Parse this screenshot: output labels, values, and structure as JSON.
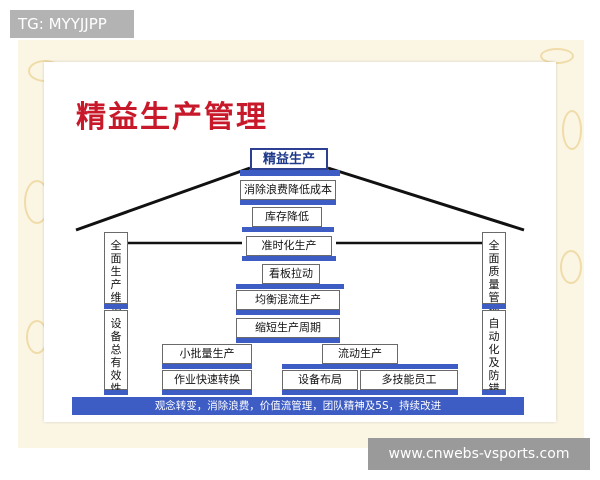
{
  "watermark_tag": "TG: MYYJJPP",
  "site_url": "www.cnwebs-vsports.com",
  "diagram": {
    "title": "精益生产管理",
    "top": "精益生产",
    "tiers": [
      "消除浪费降低成本",
      "库存降低",
      "准时化生产",
      "看板拉动",
      "均衡混流生产",
      "缩短生产周期"
    ],
    "left_small": "小批量生产",
    "right_small": "流动生产",
    "row_bottom": [
      "作业快速转换",
      "设备布局",
      "多技能员工"
    ],
    "left_pillar_top": "全面生产维护",
    "left_pillar_bottom": "设备总有效性",
    "right_pillar_top": "全面质量管理",
    "right_pillar_bottom": "自动化及防错",
    "foundation": "观念转变，消除浪费，价值流管理，团队精神及5S，持续改进"
  },
  "colors": {
    "title": "#c8192a",
    "bar": "#3d5cc4",
    "top_text": "#1f3a8a"
  }
}
